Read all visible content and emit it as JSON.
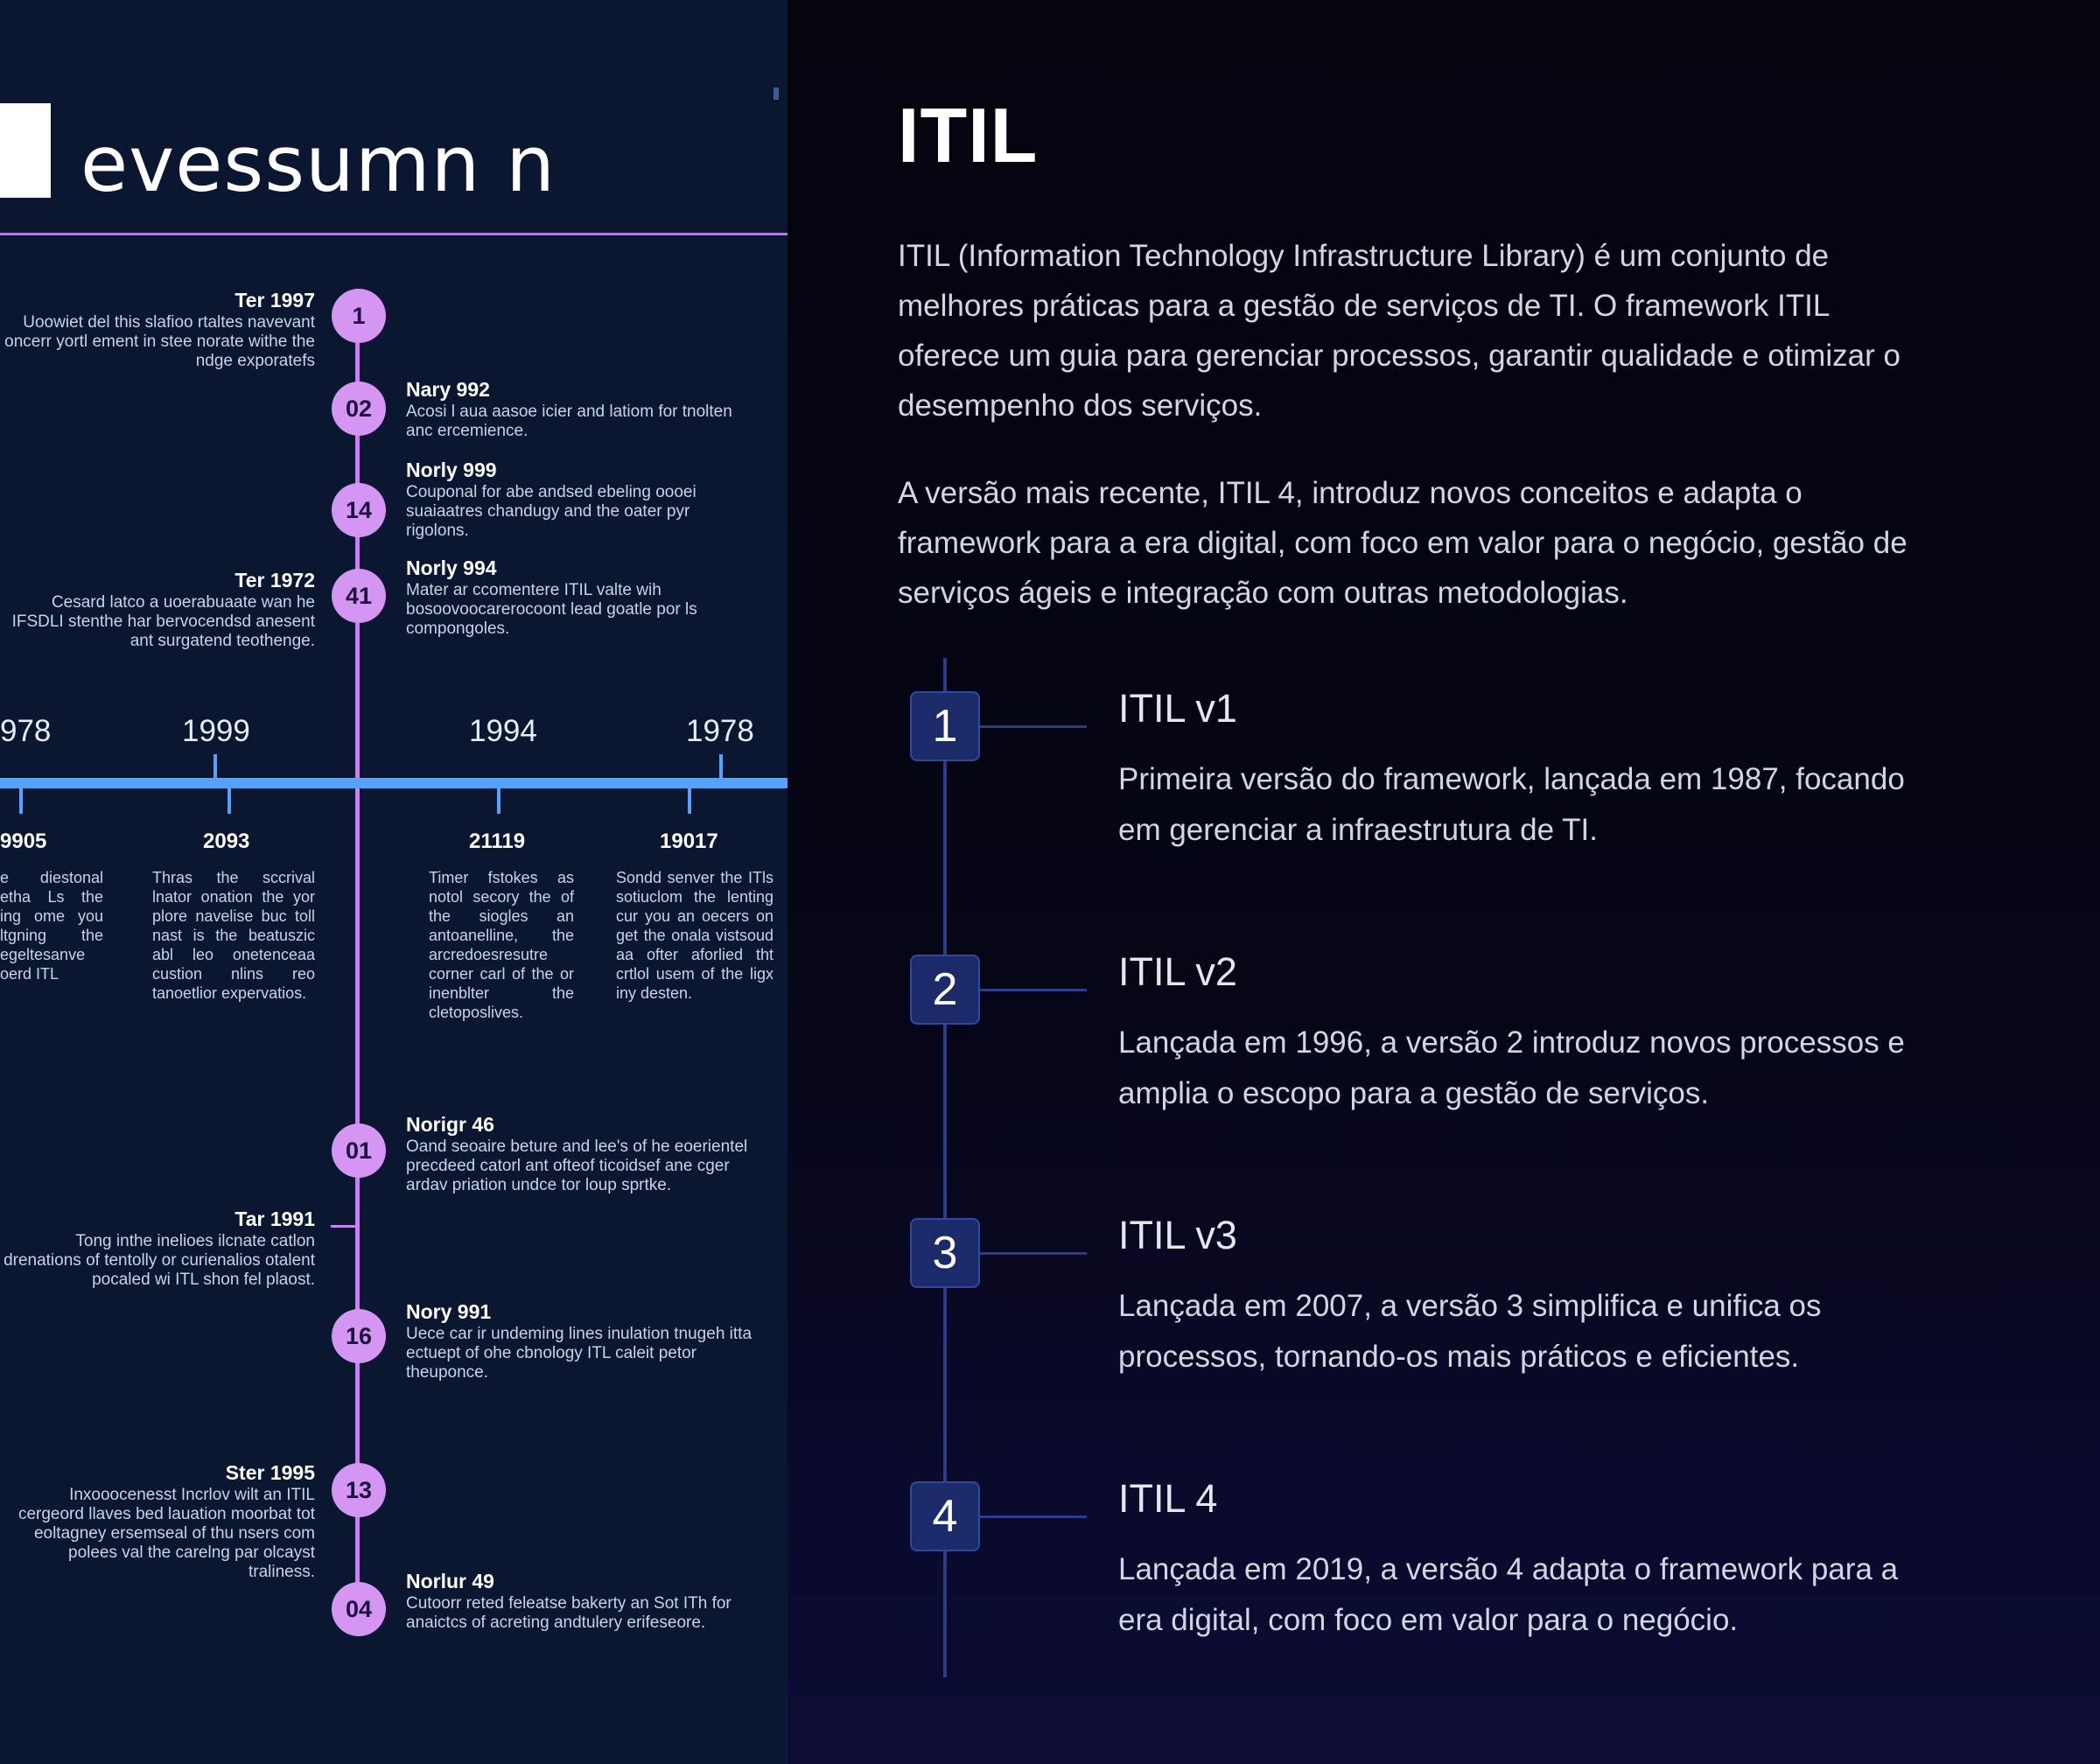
{
  "illustration": {
    "title": "evessumn n",
    "top_events": [
      {
        "node": "1",
        "title": "Ter 1997",
        "text": "Uoowiet del this slafioo rtaltes navevant oncerr yortl ement in stee norate withe the ndge exporatefs"
      },
      {
        "node": "02",
        "title": "Nary 992",
        "text": "Acosi l aua aasoe icier and latiom for tnolten anc ercemience."
      },
      {
        "node": "14",
        "title": "Norly 999",
        "text": "Couponal for abe andsed ebeling oooei suaiaatres chandugy and the oater pyr rigolons."
      },
      {
        "node": "41",
        "title": "Ter 1972",
        "text": "Cesard latco a uoerabuaate wan he IFSDLI stenthe har bervocendsd anesent ant surgatend teothenge."
      },
      {
        "node": "41",
        "title": "Norly 994",
        "text": "Mater ar ccomentere ITIL valte wih bosoovoocarerocoont lead goatle por ls compongoles."
      }
    ],
    "axis_years_top": [
      "978",
      "1999",
      "1994",
      "1978"
    ],
    "axis_columns": [
      {
        "title": "9905",
        "text": "e diestonal etha Ls the ing ome you ltgning the egeltesanve oerd ITL"
      },
      {
        "title": "2093",
        "text": "Thras the sccrival lnator onation the yor plore navelise buc toll nast is the beatuszic abl leo onetenceaa custion nlins reo tanoetlior expervatios."
      },
      {
        "title": "21119",
        "text": "Timer fstokes as notol secory the of the siogles an antoanelline, the arcredoesresutre corner carl of the or inenblter the cletoposlives."
      },
      {
        "title": "19017",
        "text": "Sondd senver the ITls sotiuclom the lenting cur you an oecers on get the onala vistsoud aa ofter aforlied tht crtlol usem of the ligx iny desten."
      }
    ],
    "bottom_events": [
      {
        "node": "01",
        "title": "Norigr 46",
        "text": "Oand seoaire beture and lee's of he eoerientel precdeed catorl ant ofteof ticoidsef ane cger ardav priation undce tor loup sprtke."
      },
      {
        "title": "Tar 1991",
        "text": "Tong inthe inelioes ilcnate catlon drenations of tentolly or curienalios otalent pocaled wi ITL shon fel plaost."
      },
      {
        "node": "16",
        "title": "Nory 991",
        "text": "Uece car ir undeming lines inulation tnugeh itta ectuept of ohe cbnology ITL caleit petor theuponce."
      },
      {
        "node": "13",
        "title": "Ster 1995",
        "text": "Inxooocenesst Incrlov wilt an ITIL cergeord llaves bed lauation moorbat tot eoltagney ersemseal of thu nsers com polees val the carelng par olcayst traliness."
      },
      {
        "node": "04",
        "title": "Norlur 49",
        "text": "Cutoorr reted feleatse bakerty an Sot ITh for anaictcs of acreting andtulery erifeseore."
      }
    ]
  },
  "content": {
    "title": "ITIL",
    "paragraphs": [
      "ITIL (Information Technology Infrastructure Library) é um conjunto de melhores práticas para a gestão de serviços de TI. O framework ITIL oferece um guia para gerenciar processos, garantir qualidade e otimizar o desempenho dos serviços.",
      "A versão mais recente, ITIL 4, introduz novos conceitos e adapta o framework para a era digital, com foco em valor para o negócio, gestão de serviços ágeis e integração com outras metodologias."
    ],
    "versions": [
      {
        "number": "1",
        "title": "ITIL v1",
        "text": "Primeira versão do framework, lançada em 1987, focando em gerenciar a infraestrutura de TI."
      },
      {
        "number": "2",
        "title": "ITIL v2",
        "text": "Lançada em 1996, a versão 2 introduz novos processos e amplia o escopo para a gestão de serviços."
      },
      {
        "number": "3",
        "title": "ITIL v3",
        "text": "Lançada em 2007, a versão 3 simplifica e unifica os processos, tornando-os mais práticos e eficientes."
      },
      {
        "number": "4",
        "title": "ITIL 4",
        "text": "Lançada em 2019, a versão 4 adapta o framework para a era digital, com foco em valor para o negócio."
      }
    ]
  }
}
